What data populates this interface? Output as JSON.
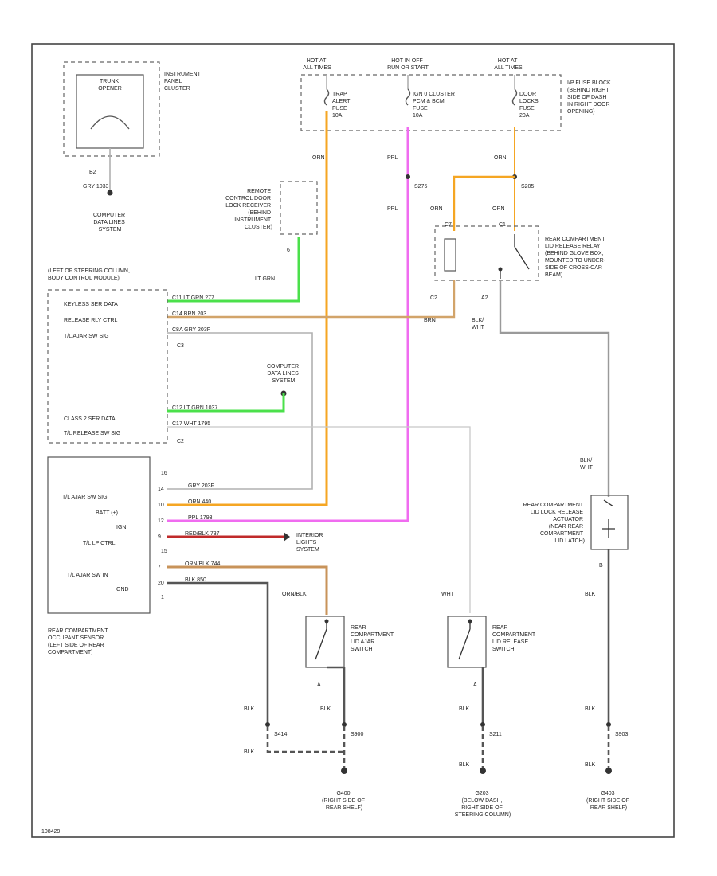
{
  "labels": {
    "trunk_opener": [
      "TRUNK",
      "OPENER"
    ],
    "instrument_panel_cluster": [
      "INSTRUMENT",
      "PANEL",
      "CLUSTER"
    ],
    "pin_b2": "B2",
    "wire_gry_class2": "GRY   1033",
    "computer_data_lines_1": [
      "COMPUTER",
      "DATA LINES",
      "SYSTEM"
    ],
    "hot_at_all_times_1": [
      "HOT AT",
      "ALL TIMES"
    ],
    "hot_in_off_run": [
      "HOT IN OFF",
      "RUN OR START"
    ],
    "hot_at_all_times_2": [
      "HOT AT",
      "ALL TIMES"
    ],
    "fuse_trap_alert": [
      "TRAP",
      "ALERT",
      "FUSE",
      "10A"
    ],
    "fuse_ign_cluster": [
      "IGN 0 CLUSTER",
      "PCM & BCM",
      "FUSE",
      "10A"
    ],
    "fuse_door_locks": [
      "DOOR",
      "LOCKS",
      "FUSE",
      "20A"
    ],
    "ip_fuse_block": [
      "I/P FUSE BLOCK",
      "(BEHIND RIGHT",
      "SIDE OF DASH",
      "IN RIGHT DOOR",
      "OPENING)"
    ],
    "wire_orn_1": "ORN",
    "wire_ppl_1": "PPL",
    "wire_ppl_2": "PPL",
    "splice_s275": "S275",
    "wire_orn_2": "ORN",
    "splice_s205": "S205",
    "wire_orn_3": "ORN",
    "wire_orn_4": "ORN",
    "remote_control_receiver": [
      "REMOTE",
      "CONTROL DOOR",
      "LOCK RECEIVER",
      "(BEHIND",
      "INSTRUMENT",
      "CLUSTER)"
    ],
    "pin_receiver": "6",
    "wire_lt_grn": "LT GRN",
    "bcm_location": [
      "(LEFT OF STEERING COLUMN,",
      "BODY CONTROL MODULE)"
    ],
    "keyless_ser_data": "KEYLESS SER DATA",
    "release_rly_ctrl": "RELEASE RLY CTRL",
    "tl_ajar_sw_sig": "T/L AJAR SW SIG",
    "c3": "C3",
    "pin_bcm_a": "C11   LT GRN    277",
    "pin_bcm_b": "C14   BRN       203",
    "pin_bcm_c": "C8A   GRY      203F",
    "computer_data_lines_2": [
      "COMPUTER",
      "DATA LINES",
      "SYSTEM"
    ],
    "pin_bcm_d": "C12   LT GRN   1037",
    "pin_bcm_e": "C17   WHT       1795",
    "class2_ser_data": "CLASS 2 SER DATA",
    "tl_release_sw_sig": "T/L RELEASE SW SIG",
    "c2": "C2",
    "rear_relay_pins": [
      "C7",
      "C1"
    ],
    "rear_relay": [
      "REAR COMPARTMENT",
      "LID RELEASE RELAY",
      "(BEHIND GLOVE BOX,",
      "MOUNTED TO UNDER-",
      "SIDE OF CROSS-CAR",
      "BEAM)"
    ],
    "relay_pin_c2": "C2",
    "relay_pin_a2": "A2",
    "wire_brn_relay": "BRN",
    "wire_blk_wht_1": [
      "BLK/",
      "WHT"
    ],
    "sensor_pins_top": "16",
    "sensor_tl_ajar": "T/L AJAR SW SIG",
    "sensor_batt": "BATT (+)",
    "sensor_ign": "IGN",
    "sensor_tl_lp_ctrl": "T/L LP CTRL",
    "sensor_pin_15": "15",
    "sensor_tl_ajar_in": "T/L AJAR SW IN",
    "sensor_gnd": "GND",
    "sensor_pin_1": "1",
    "sensor_wire_gry": "GRY       203F",
    "sensor_wire_orn": "ORN       440",
    "sensor_wire_ppl": "PPL       1793",
    "sensor_wire_red": "RED/BLK   737",
    "sensor_wire_orn_blk": "ORN/BLK   744",
    "sensor_wire_blk": "BLK       850",
    "sensor_pin_labels": [
      "14",
      "10",
      "12",
      "9",
      "7",
      "20"
    ],
    "interior_lights": [
      "INTERIOR",
      "LIGHTS",
      "SYSTEM"
    ],
    "wire_orn_blk": "ORN/BLK",
    "wire_wht": "WHT",
    "occupant_sensor": [
      "REAR COMPARTMENT",
      "OCCUPANT SENSOR",
      "(LEFT SIDE OF REAR",
      "COMPARTMENT)"
    ],
    "ajar_switch": [
      "REAR",
      "COMPARTMENT",
      "LID AJAR",
      "SWITCH"
    ],
    "release_switch": [
      "REAR",
      "COMPARTMENT",
      "LID RELEASE",
      "SWITCH"
    ],
    "wire_blk_wht_2": [
      "BLK/",
      "WHT"
    ],
    "actuator": [
      "REAR COMPARTMENT",
      "LID LOCK RELEASE",
      "ACTUATOR",
      "(NEAR REAR",
      "COMPARTMENT",
      "LID LATCH)"
    ],
    "actuator_pin_b": "B",
    "wire_blk_1": "BLK",
    "pin_switch_a": "A",
    "pin_switch_b": "A",
    "wire_blk_2": "BLK",
    "wire_blk_3": "BLK",
    "wire_blk_4": "BLK",
    "wire_blk_5": "BLK",
    "wire_blk_6": "BLK",
    "wire_blk_7": "BLK",
    "wire_blk_8": "BLK",
    "splice_s414": "S414",
    "splice_s900": "S900",
    "splice_s211": "S211",
    "splice_s903": "S903",
    "ground_g400": [
      "G400",
      "(RIGHT SIDE OF",
      "REAR SHELF)"
    ],
    "ground_g203": [
      "G203",
      "(BELOW DASH,",
      "RIGHT SIDE OF",
      "STEERING COLUMN)"
    ],
    "ground_g403": [
      "G403",
      "(RIGHT SIDE OF",
      "REAR SHELF)"
    ],
    "footer_code": "108429"
  }
}
